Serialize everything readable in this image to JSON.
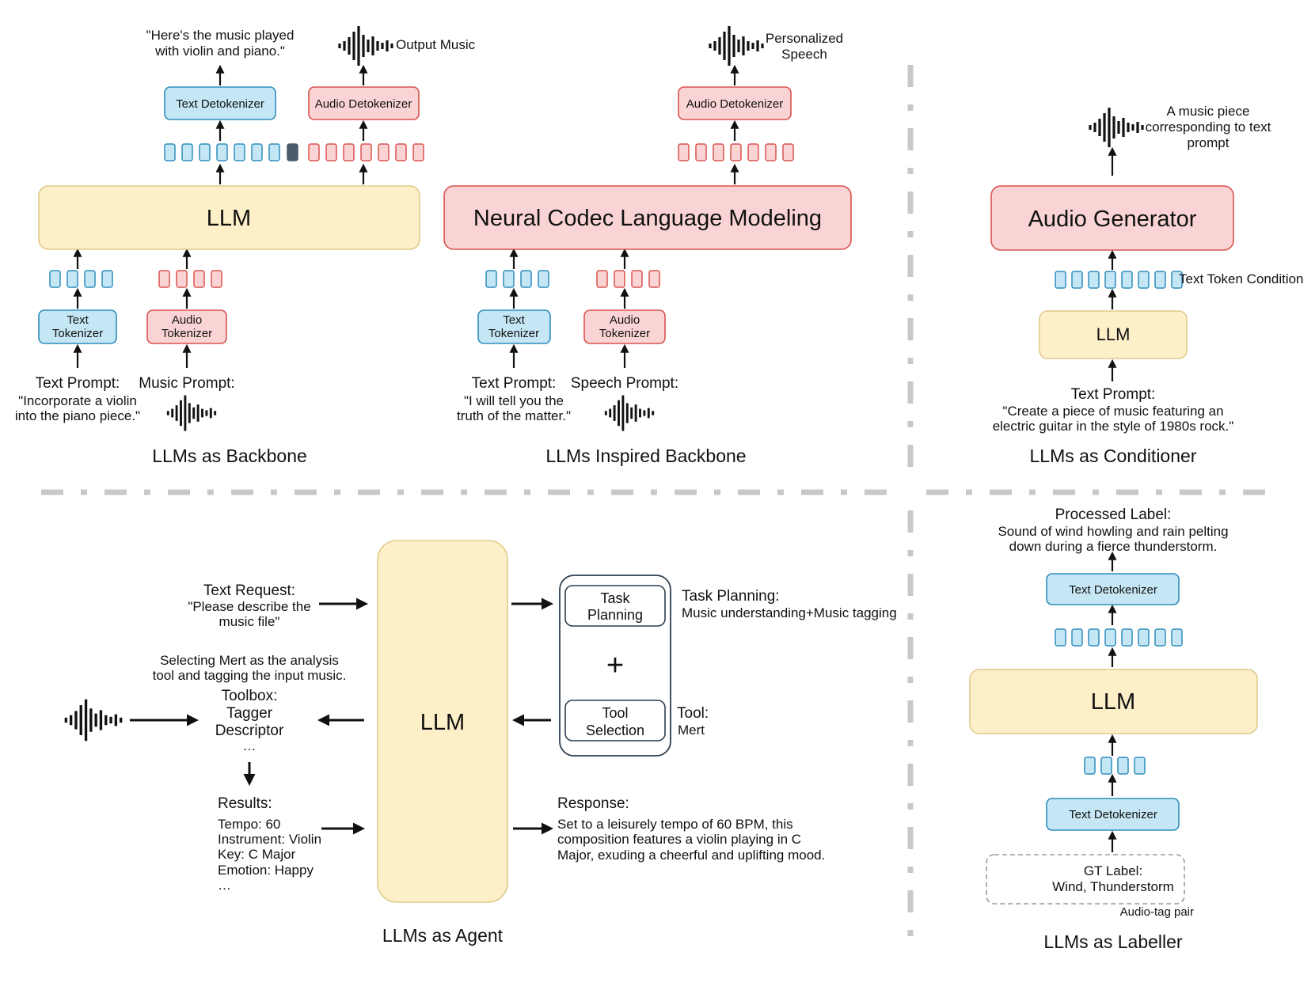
{
  "colors": {
    "blue_fill": "#c5e6f5",
    "blue_stroke": "#2f8dbb",
    "red_fill": "#fad4d4",
    "red_stroke": "#d9534f",
    "yellow_fill": "#fdf0c9",
    "yellow_stroke": "#dfca8a",
    "dark_token": "#4a5a6a",
    "gray_dash": "#c8c8c8"
  },
  "backbone": {
    "caption": "LLMs as Backbone",
    "output_text": "\"Here's the music played",
    "output_text_2": "with violin and piano.\"",
    "output_music": "Output Music",
    "text_detok": "Text Detokenizer",
    "audio_detok": "Audio Detokenizer",
    "llm": "LLM",
    "text_tok_1": "Text",
    "text_tok_2": "Tokenizer",
    "audio_tok_1": "Audio",
    "audio_tok_2": "Tokenizer",
    "text_prompt": "Text Prompt:",
    "text_prompt_q1": "\"Incorporate a violin",
    "text_prompt_q2": "into the piano piece.\"",
    "music_prompt": "Music Prompt:"
  },
  "inspired": {
    "caption": "LLMs Inspired Backbone",
    "output": "Personalized",
    "output_2": "Speech",
    "audio_detok": "Audio Detokenizer",
    "model": "Neural Codec Language Modeling",
    "text_tok_1": "Text",
    "text_tok_2": "Tokenizer",
    "audio_tok_1": "Audio",
    "audio_tok_2": "Tokenizer",
    "text_prompt": "Text Prompt:",
    "text_prompt_q1": "\"I will tell you the",
    "text_prompt_q2": "truth of the matter.\"",
    "speech_prompt": "Speech Prompt:"
  },
  "conditioner": {
    "caption": "LLMs as Conditioner",
    "output_1": "A music piece",
    "output_2": "corresponding to text",
    "output_3": "prompt",
    "generator": "Audio Generator",
    "condition": "Text Token Condition",
    "llm": "LLM",
    "text_prompt": "Text Prompt:",
    "text_prompt_q1": "\"Create a piece of music featuring an",
    "text_prompt_q2": "electric guitar in the style of 1980s rock.\""
  },
  "agent": {
    "caption": "LLMs as Agent",
    "llm": "LLM",
    "text_request": "Text Request:",
    "text_request_q1": "\"Please describe the",
    "text_request_q2": "music file\"",
    "selecting_1": "Selecting Mert as the analysis",
    "selecting_2": "tool and tagging the input music.",
    "toolbox": "Toolbox:",
    "toolbox_1": "Tagger",
    "toolbox_2": "Descriptor",
    "toolbox_3": "…",
    "results": "Results:",
    "result_1": "Tempo: 60",
    "result_2": "Instrument: Violin",
    "result_3": "Key: C Major",
    "result_4": "Emotion: Happy",
    "result_5": "…",
    "task_box_1": "Task",
    "task_box_2": "Planning",
    "plus": "+",
    "tool_box_1": "Tool",
    "tool_box_2": "Selection",
    "task_planning": "Task Planning:",
    "task_planning_value": "Music understanding+Music tagging",
    "tool": "Tool:",
    "tool_value": "Mert",
    "response": "Response:",
    "response_1": "Set to a leisurely tempo of 60 BPM, this",
    "response_2": "composition features a violin playing in C",
    "response_3": "Major, exuding a cheerful and uplifting mood."
  },
  "labeller": {
    "caption": "LLMs as Labeller",
    "processed": "Processed Label:",
    "processed_1": "Sound of wind howling and rain pelting",
    "processed_2": "down during a fierce thunderstorm.",
    "text_detok_top": "Text Detokenizer",
    "llm": "LLM",
    "text_detok_bottom": "Text Detokenizer",
    "gt_label": "GT Label:",
    "gt_value": "Wind, Thunderstorm",
    "pair": "Audio-tag pair"
  }
}
